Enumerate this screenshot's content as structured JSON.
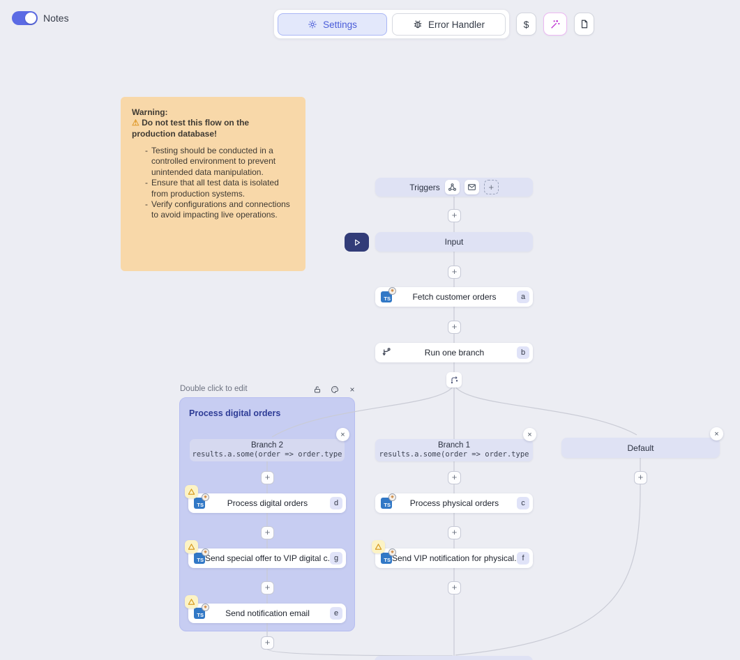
{
  "colors": {
    "page_bg": "#ecedf3",
    "accent_indigo": "#4a5cd8",
    "toggle_on": "#5b6be4",
    "node_lavender": "#dfe2f4",
    "group_lavender": "#c7cdf2",
    "note_bg": "#f8d8a9",
    "wand_magenta": "#bb2fd0",
    "ts_blue": "#3178c6",
    "edge_gray": "#c9cbd5",
    "warn_triangle": "#d49211"
  },
  "header": {
    "notes_label": "Notes",
    "settings_label": "Settings",
    "error_handler_label": "Error Handler",
    "dollar_label": "$"
  },
  "note": {
    "title": "Warning:",
    "warning_emoji": "⚠",
    "warning_line": "Do not test this flow on the production database!",
    "dash": "-",
    "bullets": [
      "Testing should be conducted in a controlled environment to prevent unintended data manipulation.",
      "Ensure that all test data is isolated from production systems.",
      "Verify configurations and connections to avoid impacting live operations."
    ]
  },
  "flow": {
    "plus_label": "+",
    "close_label": "×",
    "ts_label": "TS",
    "ts_badge_glyph": "✳",
    "triggers_label": "Triggers",
    "input_label": "Input",
    "fetch_orders": {
      "label": "Fetch customer orders",
      "badge": "a"
    },
    "run_one_branch": {
      "label": "Run one branch",
      "badge": "b"
    },
    "group": {
      "hint": "Double click to edit",
      "title": "Process digital orders"
    },
    "branch2": {
      "title": "Branch 2",
      "code": "results.a.some(order => order.type"
    },
    "branch1": {
      "title": "Branch 1",
      "code": "results.a.some(order => order.type"
    },
    "default_branch": {
      "title": "Default"
    },
    "process_digital": {
      "label": "Process digital orders",
      "badge": "d"
    },
    "send_special": {
      "label": "Send special offer to VIP digital c...",
      "badge": "g"
    },
    "send_notification": {
      "label": "Send notification email",
      "badge": "e"
    },
    "process_physical": {
      "label": "Process physical orders",
      "badge": "c"
    },
    "send_vip": {
      "label": "Send VIP notification for physical...",
      "badge": "f"
    }
  }
}
